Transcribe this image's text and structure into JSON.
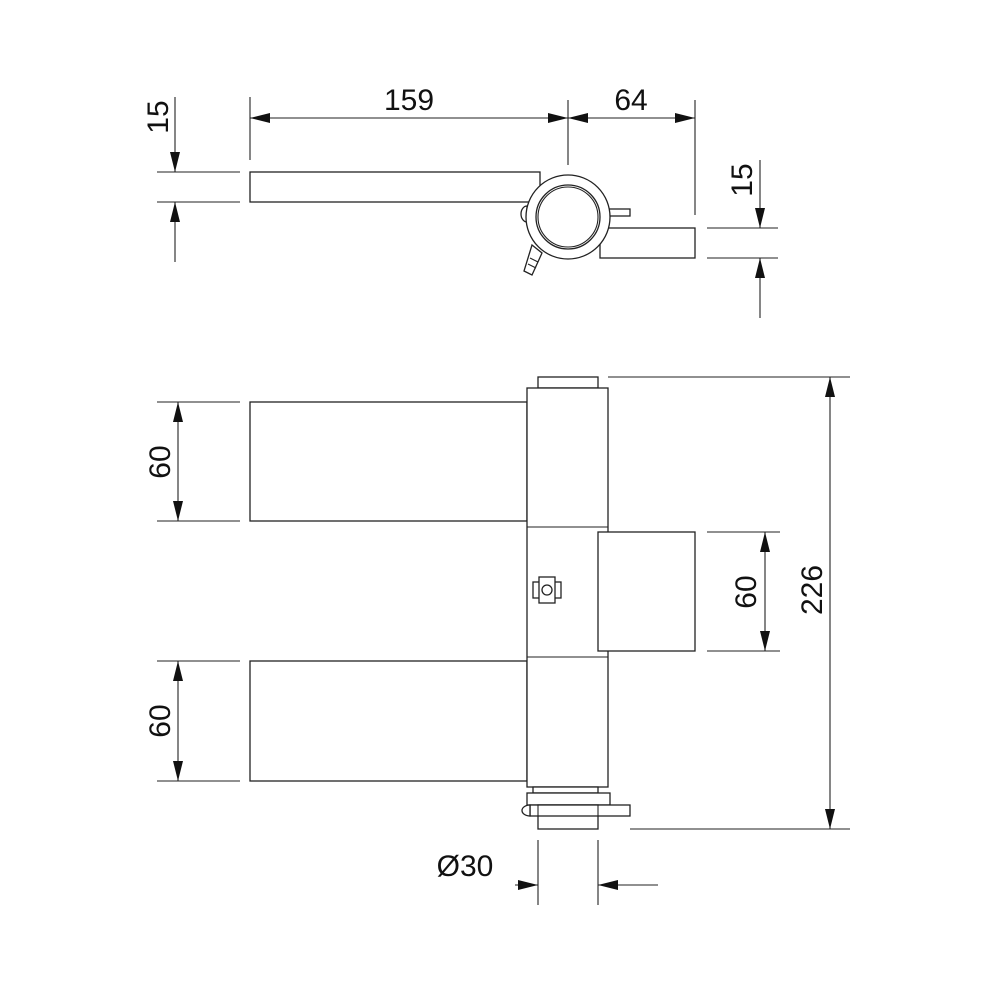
{
  "dimensions": {
    "leaf_length": "159",
    "offset": "64",
    "leaf_thickness_left": "15",
    "leaf_thickness_right": "15",
    "leaf_height_top": "60",
    "leaf_height_bottom": "60",
    "leaf_height_right": "60",
    "total_height": "226",
    "pin_diameter": "Ø30"
  },
  "colors": {
    "line": "#222222",
    "background": "#ffffff"
  }
}
